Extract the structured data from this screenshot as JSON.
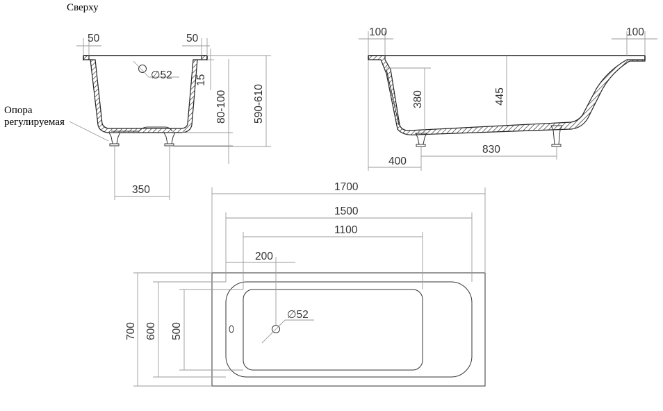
{
  "labels": {
    "top_view": "Сверху",
    "support_line1": "Опора",
    "support_line2": "регулируемая"
  },
  "dimensions": {
    "end_rim_left": "50",
    "end_rim_right": "50",
    "drain_diameter_end": "∅52",
    "rim_15": "15",
    "leg_adjust": "80-100",
    "total_height": "590-610",
    "leg_spacing_end": "350",
    "side_rim_left": "100",
    "side_rim_right": "100",
    "depth_380": "380",
    "depth_445": "445",
    "leg_offset_400": "400",
    "leg_spacing_830": "830",
    "length_1700": "1700",
    "length_1500": "1500",
    "length_1100": "1100",
    "drain_offset_200": "200",
    "drain_diameter_plan": "∅52",
    "width_700": "700",
    "width_600": "600",
    "width_500": "500"
  },
  "icons": {
    "drain": "drain-circle-icon",
    "leg": "adjustable-leg-icon"
  },
  "colors": {
    "outline": "#222222",
    "dimension_line": "#9a9a9a",
    "text": "#333333"
  }
}
